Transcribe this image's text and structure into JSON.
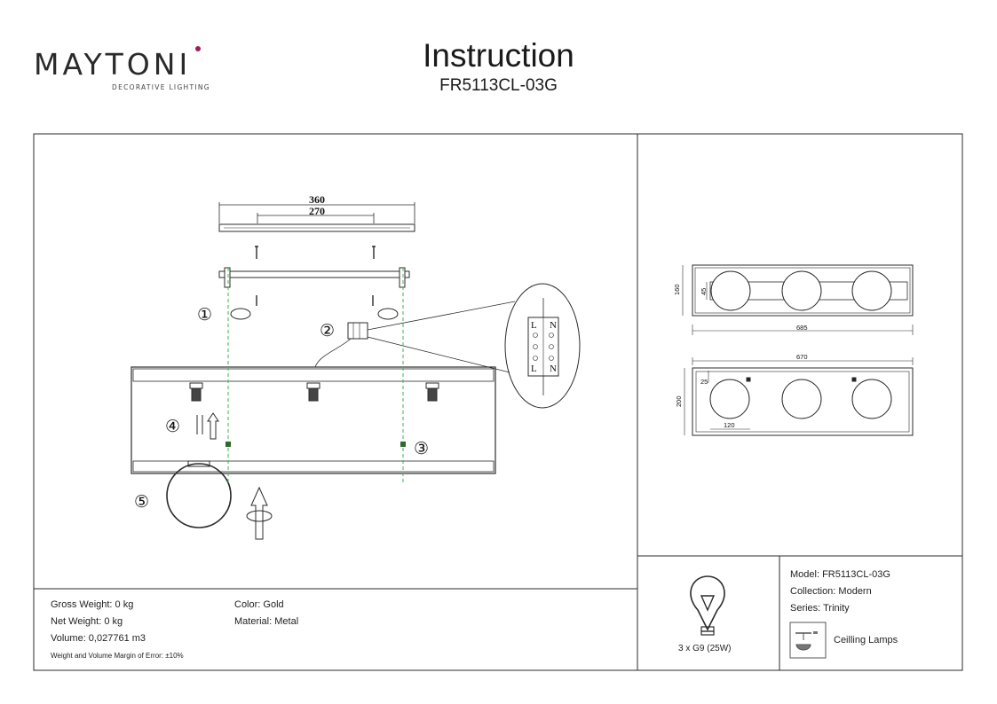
{
  "brand": {
    "name": "MAYTONI",
    "tagline": "DECORATIVE LIGHTING"
  },
  "header": {
    "title": "Instruction",
    "model_code": "FR5113CL-03G"
  },
  "assembly": {
    "dims": {
      "top_width": "360",
      "hole_spacing": "270"
    },
    "steps": [
      "①",
      "②",
      "③",
      "④",
      "⑤"
    ],
    "terminal": {
      "l": "L",
      "n": "N"
    }
  },
  "drawings": {
    "top_view": {
      "height": "160",
      "offset": "45",
      "width": "685"
    },
    "bottom_view": {
      "width": "670",
      "height": "200",
      "offset": "25",
      "spacing": "120"
    }
  },
  "specs": {
    "gross_weight": "Gross Weight: 0 kg",
    "net_weight": "Net Weight: 0 kg",
    "volume": "Volume: 0,027761 m3",
    "margin_note": "Weight and Volume Margin of Error: ±10%",
    "color": "Color: Gold",
    "material": "Material: Metal"
  },
  "bulb": {
    "label": "3 x G9 (25W)"
  },
  "model_info": {
    "model": "Model: FR5113CL-03G",
    "collection": "Collection: Modern",
    "series": "Series: Trinity",
    "type": "Ceilling Lamps"
  },
  "colors": {
    "line": "#2b2b2b",
    "guide": "#3cb44b",
    "accent": "#9c1c5e"
  }
}
